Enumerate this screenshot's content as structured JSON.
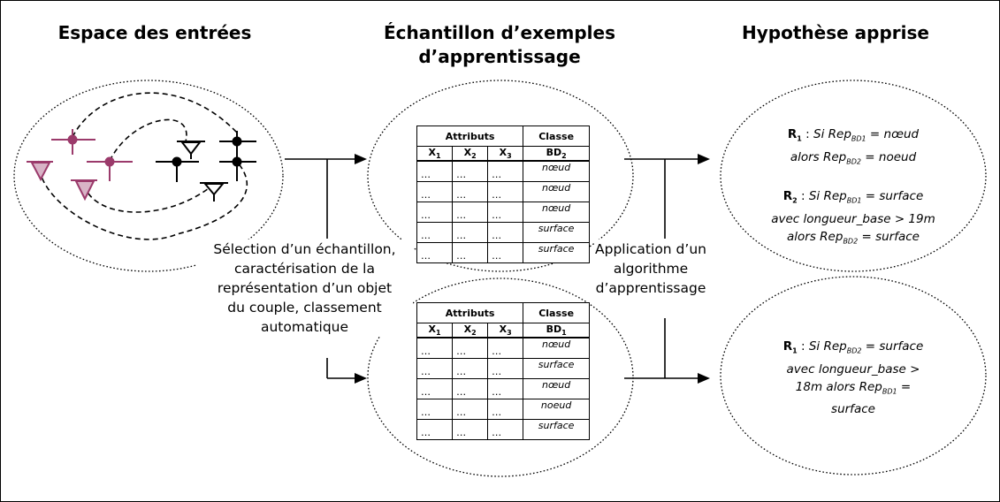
{
  "titles": {
    "left": "Espace des entrées",
    "middle_line1": "Échantillon d’exemples",
    "middle_line2": "d’apprentissage",
    "right": "Hypothèse apprise"
  },
  "captions": {
    "selection": [
      "Sélection d’un échantillon,",
      "caractérisation de la",
      "représentation d’un objet",
      "du couple, classement",
      "automatique"
    ],
    "application": [
      "Application d’un",
      "algorithme",
      "d’apprentissage"
    ]
  },
  "tables": [
    {
      "group_header": "Attributs",
      "class_header": "Classe",
      "columns": [
        "X",
        "X",
        "X"
      ],
      "column_subscripts": [
        "1",
        "2",
        "3"
      ],
      "class_column": "BD",
      "class_subscript": "2",
      "dots": "…",
      "rows": [
        "nœud",
        "nœud",
        "nœud",
        "surface",
        "surface"
      ]
    },
    {
      "group_header": "Attributs",
      "class_header": "Classe",
      "columns": [
        "X",
        "X",
        "X"
      ],
      "column_subscripts": [
        "1",
        "2",
        "3"
      ],
      "class_column": "BD",
      "class_subscript": "1",
      "dots": "…",
      "rows": [
        "nœud",
        "surface",
        "nœud",
        "noeud",
        "surface"
      ]
    }
  ],
  "rules_top": {
    "r1": {
      "label": "R",
      "sub": "1",
      "text": [
        " : ",
        "Si Rep",
        "BD1",
        " = nœud"
      ],
      "line2": [
        "alors Rep",
        "BD2",
        " = noeud"
      ]
    },
    "r2": {
      "label": "R",
      "sub": "2",
      "text": [
        " : ",
        "Si Rep",
        "BD1",
        " = surface"
      ],
      "line2": "avec longueur_base > 19m",
      "line3": [
        "alors Rep",
        "BD2",
        " = surface"
      ]
    }
  },
  "rules_bottom": {
    "r1": {
      "label": "R",
      "sub": "1",
      "text": [
        " : ",
        "Si Rep",
        "BD2",
        " = surface"
      ],
      "line2": "avec longueur_base >",
      "line3": [
        "18m  alors Rep",
        "BD1",
        " ="
      ],
      "line4": "surface"
    }
  },
  "colors": {
    "accent": "#9b3a6b",
    "accent_fill": "#d8b3c6",
    "line": "#000000"
  }
}
